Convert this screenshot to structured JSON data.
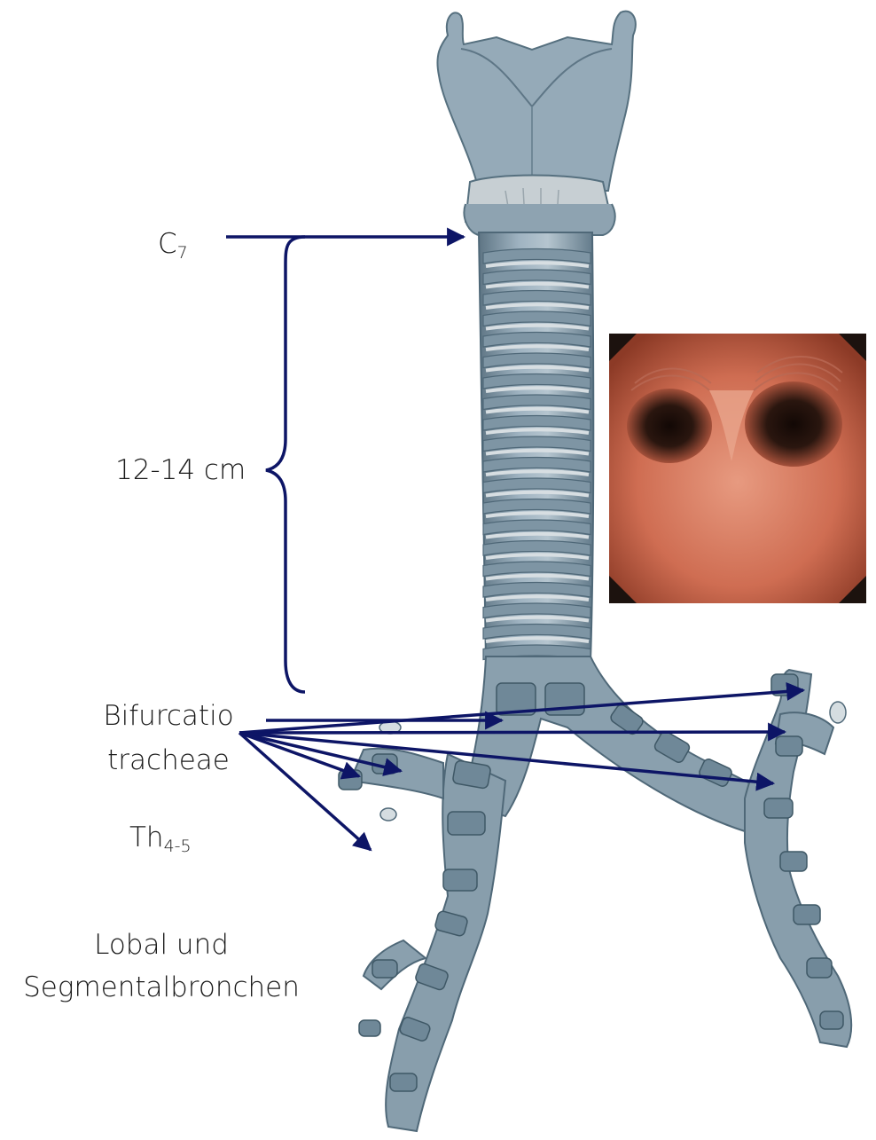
{
  "labels": {
    "c7_base": "C",
    "c7_sub": "7",
    "length": "12-14 cm",
    "bifurcation_line1": "Bifurcatio",
    "bifurcation_line2": "tracheae",
    "th_base": "Th",
    "th_sub": "4-5",
    "lobal_line1": "Lobal und",
    "lobal_line2": "Segmentalbronchen"
  },
  "colors": {
    "arrow": "#0d1566",
    "cartilage": "#8fa3b3",
    "cartilage_dark": "#5f7686",
    "ring_light": "#d7dee2",
    "membrane": "#c9cfd2",
    "endoscopy_tissue": "#d77a5e",
    "endoscopy_lumen": "#1f120d"
  },
  "icons": {
    "anatomy_illustration": "trachea-bronchial-tree-drawing",
    "endoscopy_photo": "bronchoscopy-carina-view"
  }
}
